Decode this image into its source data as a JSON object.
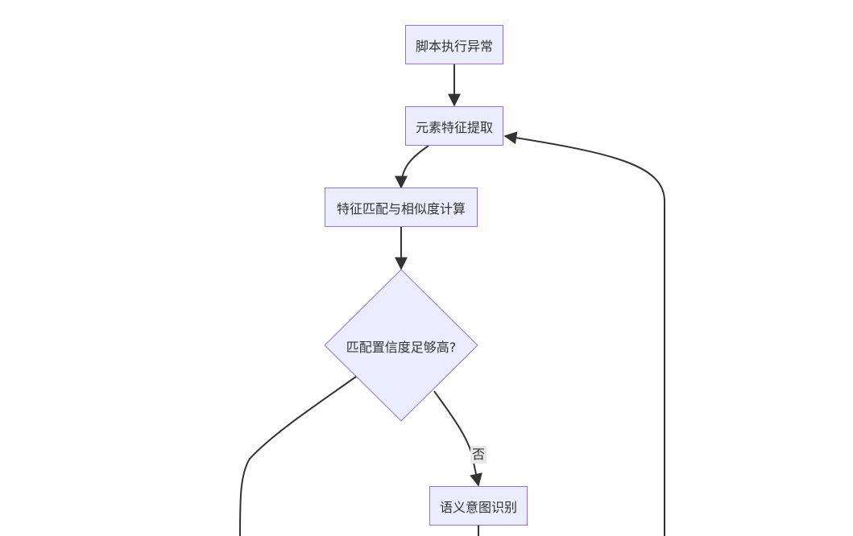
{
  "nodes": {
    "start": "脚本执行异常",
    "extract": "元素特征提取",
    "match": "特征匹配与相似度计算",
    "decision": "匹配置信度足够高?",
    "semantic": "语义意图识别"
  },
  "edge_labels": {
    "no": "否"
  },
  "colors": {
    "node_fill": "#ececff",
    "node_stroke": "#9370db",
    "edge": "#333333",
    "label_bg": "#e8e8e8"
  }
}
